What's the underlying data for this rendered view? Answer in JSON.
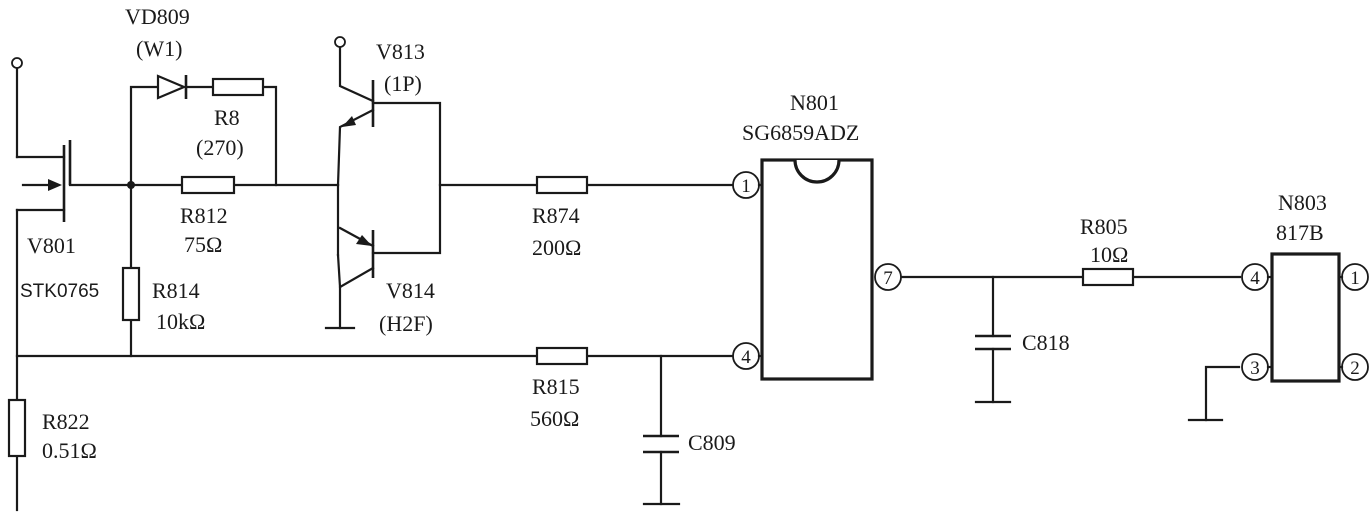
{
  "components": {
    "vd809": {
      "ref": "VD809",
      "code": "(W1)"
    },
    "r8": {
      "ref": "R8",
      "value": "(270)"
    },
    "v813": {
      "ref": "V813",
      "code": "(1P)"
    },
    "v814": {
      "ref": "V814",
      "code": "(H2F)"
    },
    "v801": {
      "ref": "V801",
      "part": "STK0765"
    },
    "r812": {
      "ref": "R812",
      "value": "75Ω"
    },
    "r814": {
      "ref": "R814",
      "value": "10kΩ"
    },
    "r874": {
      "ref": "R874",
      "value": "200Ω"
    },
    "r815": {
      "ref": "R815",
      "value": "560Ω"
    },
    "r822": {
      "ref": "R822",
      "value": "0.51Ω"
    },
    "r805": {
      "ref": "R805",
      "value": "10Ω"
    },
    "c809": {
      "ref": "C809"
    },
    "c818": {
      "ref": "C818"
    },
    "n801": {
      "ref": "N801",
      "part": "SG6859ADZ",
      "pins": [
        "1",
        "4",
        "7"
      ]
    },
    "n803": {
      "ref": "N803",
      "part": "817B",
      "pins": [
        "4",
        "3",
        "1",
        "2"
      ]
    }
  }
}
